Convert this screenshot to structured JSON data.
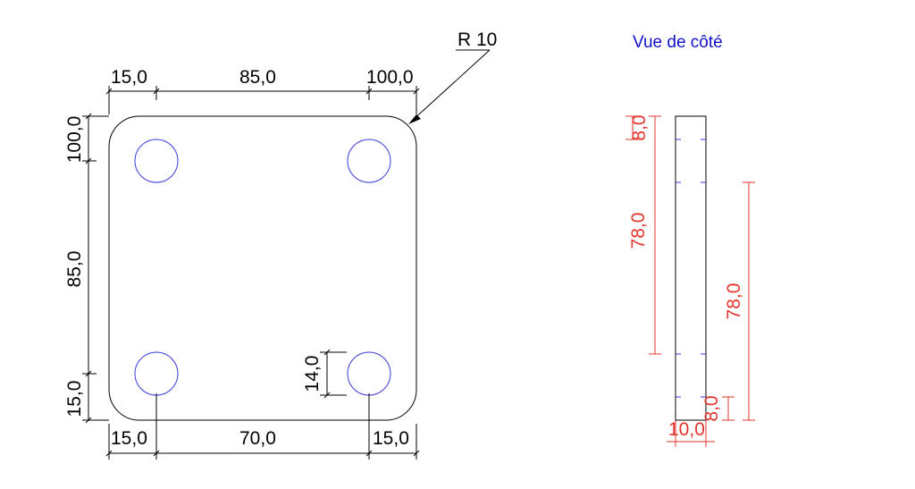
{
  "colors": {
    "outline": "#000000",
    "holes": "#3a3ad8",
    "side_dimensions": "#e0342c",
    "title": "#1010c8"
  },
  "front_view": {
    "radius_callout": "R 10",
    "top_dims": [
      "15,0",
      "85,0",
      "100,0"
    ],
    "bottom_dims": [
      "15,0",
      "70,0",
      "15,0"
    ],
    "left_dims": [
      "100,0",
      "85,0",
      "15,0"
    ],
    "hole_dim": "14,0"
  },
  "side_view": {
    "title": "Vue de côté",
    "left_dims": [
      "8,0",
      "78,0"
    ],
    "right_dims": [
      "78,0",
      "8,0"
    ],
    "bottom_dim": "10,0"
  }
}
